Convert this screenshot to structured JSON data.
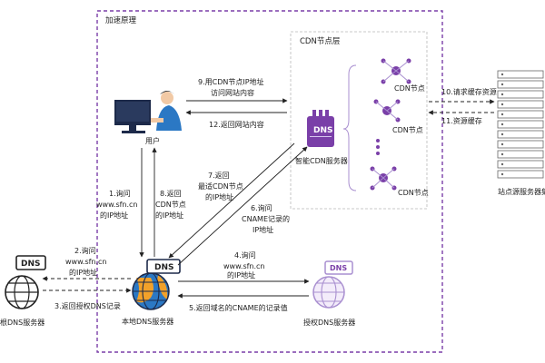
{
  "frame": {
    "title": "加速原理",
    "border_color": "#7a3fa8"
  },
  "cdn_layer": {
    "title": "CDN节点层",
    "smart_server_label": "智能CDN服务器",
    "smart_server_badge": "DNS",
    "node_labels": [
      "CDN节点",
      "CDN节点",
      "CDN节点"
    ]
  },
  "nodes": {
    "user": "用户",
    "origin": "站点源服务器集",
    "root_dns": "根DNS服务器",
    "local_dns": "本地DNS服务器",
    "auth_dns": "授权DNS服务器",
    "dns_badge": "DNS"
  },
  "steps": {
    "s1": [
      "1.询问",
      "www.sfn.cn",
      "的IP地址"
    ],
    "s2": [
      "2.询问",
      "www.sfn.cn",
      "的IP地址"
    ],
    "s3": [
      "3.返回授权DNS记录"
    ],
    "s4": [
      "4.询问",
      "www.sfn.cn",
      "的IP地址"
    ],
    "s5": [
      "5.返回域名的CNAME的记录值"
    ],
    "s6": [
      "6.询问",
      "CNAME记录的",
      "IP地址"
    ],
    "s7": [
      "7.返回",
      "最适CDN节点",
      "的IP地址"
    ],
    "s8": [
      "8.返回",
      "CDN节点",
      "的IP地址"
    ],
    "s9": [
      "9.用CDN节点IP地址",
      "访问网站内容"
    ],
    "s10": [
      "10.请求缓存资源"
    ],
    "s11": [
      "11.资源缓存"
    ],
    "s12": [
      "12.返回网站内容"
    ]
  },
  "colors": {
    "purple": "#7a3fa8",
    "light_purple": "#a98fd0",
    "blue": "#2b78c4",
    "orange": "#f2a12a",
    "navy": "#1d2a4a",
    "cdn_border": "#b9b9b9"
  }
}
